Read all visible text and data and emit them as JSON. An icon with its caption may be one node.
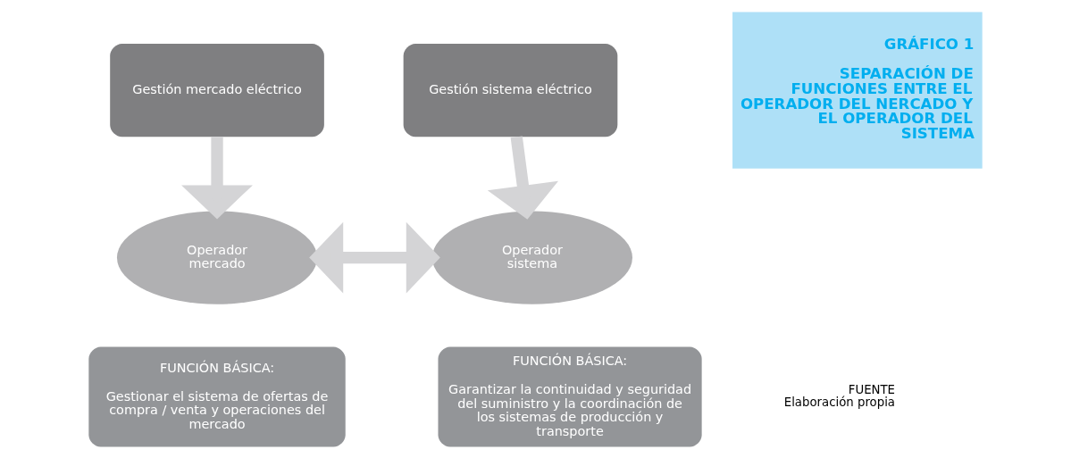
{
  "diagram": {
    "nodes": [
      {
        "text": [
          "Gestión mercado eléctrico"
        ]
      },
      {
        "text": [
          "Gestión sistema eléctrico"
        ]
      },
      {
        "text": [
          "Operador mercado"
        ]
      },
      {
        "text": [
          "Operador sistema"
        ]
      },
      {
        "text": [
          "FUNCIÓN BÁSICA:",
          "Gestionar el sistema de ofertas de compra / venta y operaciones del mercado"
        ]
      },
      {
        "text": [
          "FUNCIÓN BÁSICA:",
          "Garantizar la continuidad y seguridad del suministro y la coordinación de los sistemas de producción y transporte"
        ]
      },
      {
        "text": [
          "GRÁFICO 1",
          "SEPARACIÓN DE FUNCIONES ENTRE EL OPERADOR DEL NERCADO Y EL OPERADOR DEL SISTEMA"
        ]
      }
    ],
    "edges": [
      {
        "from": 0,
        "to": 2,
        "arrow": "to"
      },
      {
        "from": 1,
        "to": 3,
        "arrow": "to"
      },
      {
        "from": 2,
        "to": 3,
        "arrow": "both"
      }
    ],
    "labels": [
      "FUENTE",
      "Elaboración propia"
    ]
  }
}
